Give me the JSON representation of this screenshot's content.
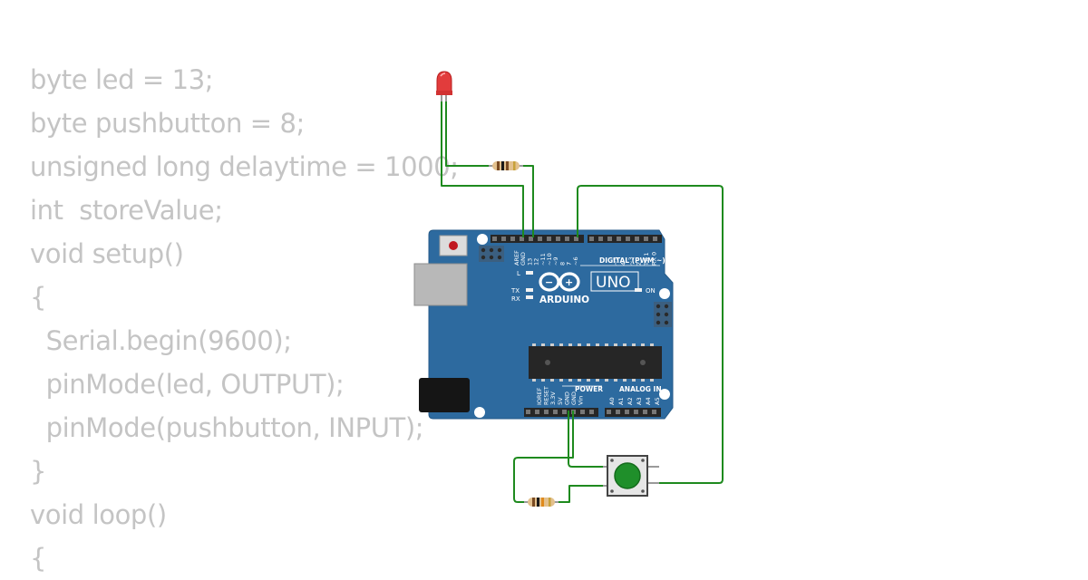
{
  "code_lines": [
    "byte led = 13;",
    "byte pushbutton = 8;",
    "unsigned long delaytime = 1000;",
    "int  storeValue;",
    "void setup()",
    "{",
    "  Serial.begin(9600);",
    "  pinMode(led, OUTPUT);",
    "  pinMode(pushbutton, INPUT);",
    "}",
    "void loop()",
    "{"
  ],
  "board": {
    "brand": "ARDUINO",
    "model": "UNO",
    "digital_header": "DIGITAL (PWM ~)",
    "power_header": "POWER",
    "analog_header": "ANALOG IN",
    "on_label": "ON",
    "tx_label": "TX",
    "rx_label": "RX",
    "l_label": "L",
    "top_pins": [
      "AREF",
      "GND",
      "13",
      "12",
      "~11",
      "~10",
      "~9",
      "8",
      "7",
      "~6",
      "~5",
      "4",
      "~3",
      "2",
      "TX 1",
      "RX 0"
    ],
    "power_pins": [
      "IOREF",
      "RESET",
      "3.3V",
      "5V",
      "GND",
      "GND",
      "Vin"
    ],
    "analog_pins": [
      "A0",
      "A1",
      "A2",
      "A3",
      "A4",
      "A5"
    ]
  },
  "colors": {
    "board": "#2d6a9f",
    "wire": "#1e8a1e",
    "led": "#e23c3c",
    "button_cap": "#1f8f2a",
    "code_text": "#c4c4c4"
  },
  "components": {
    "led_icon": "red-led",
    "resistor_icon": "resistor",
    "button_icon": "pushbutton"
  }
}
